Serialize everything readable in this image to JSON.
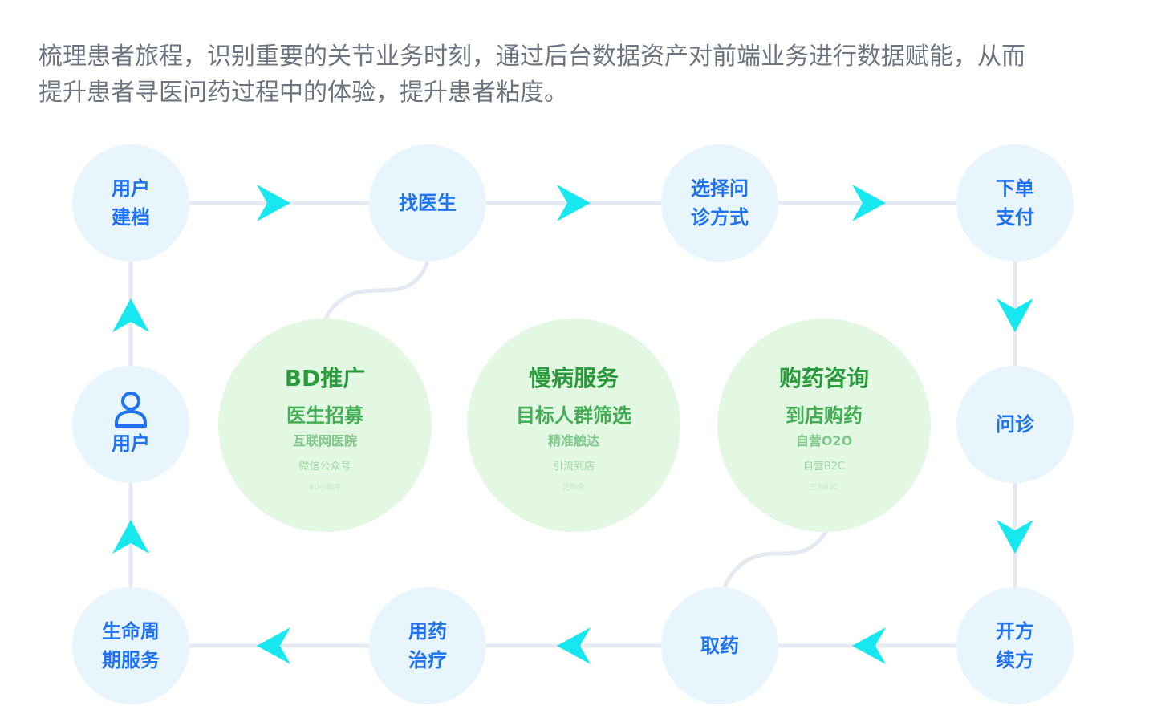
{
  "intro": {
    "line1": "梳理患者旅程，识别重要的关节业务时刻，通过后台数据资产对前端业务进行数据赋能，从而",
    "line2": "提升患者寻医问药过程中的体验，提升患者粘度。"
  },
  "nodes": {
    "user_register": {
      "line1": "用户",
      "line2": "建档"
    },
    "find_doctor": {
      "line1": "找医生"
    },
    "choose_mode": {
      "line1": "选择问",
      "line2": "诊方式"
    },
    "order_pay": {
      "line1": "下单",
      "line2": "支付"
    },
    "consult": {
      "line1": "问诊"
    },
    "prescription": {
      "line1": "开方",
      "line2": "续方"
    },
    "get_medicine": {
      "line1": "取药"
    },
    "medication": {
      "line1": "用药",
      "line2": "治疗"
    },
    "lifecycle": {
      "line1": "生命周",
      "line2": "期服务"
    },
    "user": {
      "line1": "用户",
      "icon": "user-icon"
    }
  },
  "services": {
    "bd": {
      "title": "BD推广",
      "sub": "医生招募",
      "item1": "互联网医院",
      "item2": "微信公众号",
      "item3": "BD小程序"
    },
    "chronic": {
      "title": "慢病服务",
      "sub": "目标人群筛选",
      "item1": "精准触达",
      "item2": "引流到店",
      "item3": "定制化"
    },
    "pharmacy": {
      "title": "购药咨询",
      "sub": "到店购药",
      "item1": "自营O2O",
      "item2": "自营B2C",
      "item3": "三方B2C"
    }
  },
  "colors": {
    "node_bg": "#e9f5fd",
    "node_text": "#1f72f0",
    "service_bg": "#e3f8e3",
    "service_title": "#2b9a3c",
    "arrow": "#17e8ef",
    "line": "#e4e9f2",
    "intro_text": "#6e7480"
  }
}
